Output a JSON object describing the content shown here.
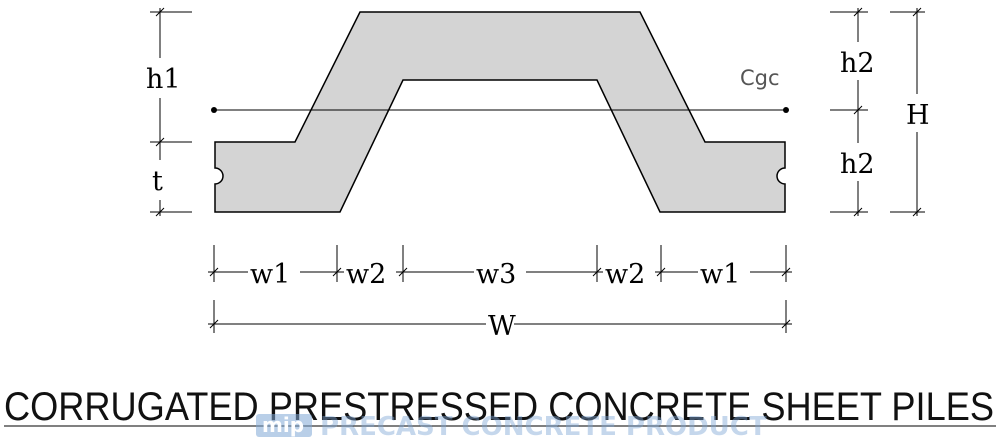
{
  "labels": {
    "h1": "h1",
    "t": "t",
    "h2_top": "h2",
    "h2_bottom": "h2",
    "H": "H",
    "cgc": "Cgc",
    "w1_left": "w1",
    "w2_left": "w2",
    "w3": "w3",
    "w2_right": "w2",
    "w1_right": "w1",
    "W": "W"
  },
  "title": "CORRUGATED PRESTRESSED CONCRETE SHEET PILES",
  "watermark": {
    "logo": "mip",
    "text": "PRECAST CONCRETE PRODUCT"
  },
  "colors": {
    "section_fill": "#d4d4d4",
    "line": "#000000",
    "watermark": "#7fa7d6"
  }
}
